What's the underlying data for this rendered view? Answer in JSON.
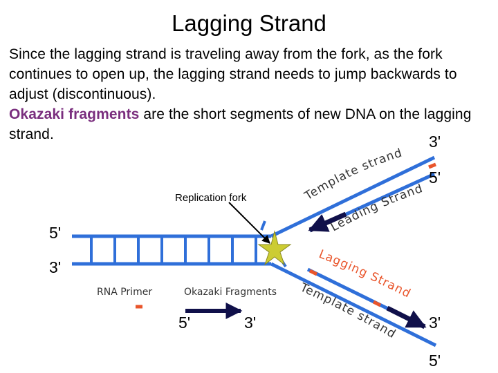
{
  "title": "Lagging Strand",
  "paragraph1": "Since the lagging strand is traveling away from the fork, as the fork continues to open up, the lagging strand needs to jump backwards to adjust (discontinuous).",
  "term": "Okazaki fragments",
  "paragraph2_rest": " are the short segments of new DNA on the lagging strand.",
  "diagram": {
    "replication_fork_label": "Replication fork",
    "left_top_end": "5'",
    "left_bottom_end": "3'",
    "upper_right_top_end": "3'",
    "upper_right_bottom_end": "5'",
    "lower_right_top_end": "3'",
    "lower_right_bottom_end": "5'",
    "upper_template_label": "Template strand",
    "leading_label": "Leading Strand",
    "lagging_label": "Lagging Strand",
    "lower_template_label": "Template strand",
    "rna_primer_label": "RNA Primer",
    "okazaki_label": "Okazaki Fragments",
    "legend_5_end": "5'",
    "legend_3_end": "3'",
    "colors": {
      "dna": "#2f6fd9",
      "primer": "#e9552b",
      "star": "#cccc33",
      "arrow": "#10104a",
      "term": "#7a2e7e"
    }
  }
}
